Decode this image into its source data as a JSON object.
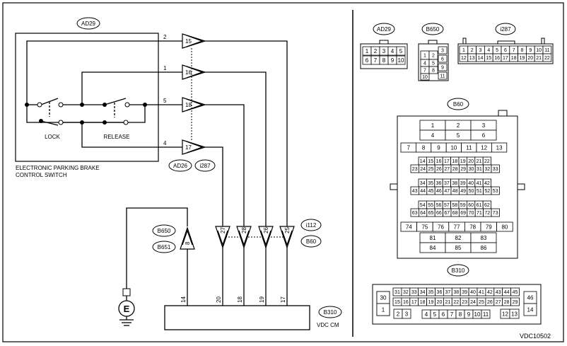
{
  "switch": {
    "label_line1": "ELECTRONIC PARKING BRAKE",
    "label_line2": "CONTROL SWITCH",
    "lock_label": "LOCK",
    "release_label": "RELEASE",
    "connector_tag": "AD29"
  },
  "wires": [
    {
      "switch_pin": "2",
      "mid_pin": "15",
      "vdc_pin": "25",
      "cm_pin": "17"
    },
    {
      "switch_pin": "1",
      "mid_pin": "16",
      "vdc_pin": "26",
      "cm_pin": "19"
    },
    {
      "switch_pin": "5",
      "mid_pin": "18",
      "vdc_pin": "28",
      "cm_pin": "18"
    },
    {
      "switch_pin": "4",
      "mid_pin": "17",
      "vdc_pin": "27",
      "cm_pin": "20"
    }
  ],
  "mid_tags": [
    "AD26",
    "i287"
  ],
  "vdc_tags": [
    "i112",
    "B60"
  ],
  "ground": {
    "pin": "8",
    "tags": [
      "B650",
      "B651"
    ],
    "cm_pin": "14",
    "symbol": "E"
  },
  "cm": {
    "tag": "B310",
    "label": "VDC CM"
  },
  "connectors": {
    "ad29": {
      "tag": "AD29",
      "rows": [
        [
          "1",
          "2",
          "3",
          "4",
          "5"
        ],
        [
          "6",
          "7",
          "8",
          "9",
          "10"
        ]
      ]
    },
    "b650": {
      "tag": "B650",
      "pins": [
        "1",
        "2",
        "3",
        "4",
        "5",
        "6",
        "7",
        "8",
        "9",
        "10",
        "11"
      ]
    },
    "i287": {
      "tag": "i287",
      "rows": [
        [
          "1",
          "2",
          "3",
          "4",
          "5",
          "6",
          "7",
          "8",
          "9",
          "10",
          "11"
        ],
        [
          "12",
          "13",
          "14",
          "15",
          "16",
          "17",
          "18",
          "19",
          "20",
          "21",
          "22"
        ]
      ]
    },
    "b60": {
      "tag": "B60",
      "rows": [
        [
          "1",
          "2",
          "3"
        ],
        [
          "4",
          "5",
          "6"
        ],
        [
          "7",
          "8",
          "9",
          "10",
          "11",
          "12",
          "13"
        ],
        [
          "14",
          "15",
          "16",
          "17",
          "18",
          "19",
          "20",
          "21",
          "22"
        ],
        [
          "23",
          "24",
          "25",
          "26",
          "27",
          "28",
          "29",
          "30",
          "31",
          "32",
          "33"
        ],
        [
          "34",
          "35",
          "36",
          "37",
          "38",
          "39",
          "40",
          "41",
          "42"
        ],
        [
          "43",
          "44",
          "45",
          "46",
          "47",
          "48",
          "49",
          "50",
          "51",
          "52",
          "53"
        ],
        [
          "54",
          "55",
          "56",
          "57",
          "58",
          "59",
          "60",
          "61",
          "62"
        ],
        [
          "63",
          "64",
          "65",
          "66",
          "67",
          "68",
          "69",
          "70",
          "71",
          "72",
          "73"
        ],
        [
          "74",
          "75",
          "76",
          "77",
          "78",
          "79",
          "80"
        ],
        [
          "81",
          "82",
          "83"
        ],
        [
          "84",
          "85",
          "86"
        ]
      ]
    },
    "b310": {
      "tag": "B310",
      "left": [
        "30",
        "1"
      ],
      "row1": [
        "31",
        "32",
        "33",
        "34",
        "35",
        "36",
        "37",
        "38",
        "39",
        "40",
        "41",
        "42",
        "43",
        "44",
        "45"
      ],
      "row2": [
        "15",
        "16",
        "17",
        "18",
        "19",
        "20",
        "21",
        "22",
        "23",
        "24",
        "25",
        "26",
        "27",
        "28",
        "29"
      ],
      "row3a": [
        "2",
        "3"
      ],
      "row3b": [
        "4",
        "5",
        "6",
        "7",
        "8",
        "9",
        "10",
        "11"
      ],
      "row3c": [
        "12",
        "13"
      ],
      "right": [
        "46",
        "14"
      ]
    }
  },
  "diagram_id": "VDC10502"
}
